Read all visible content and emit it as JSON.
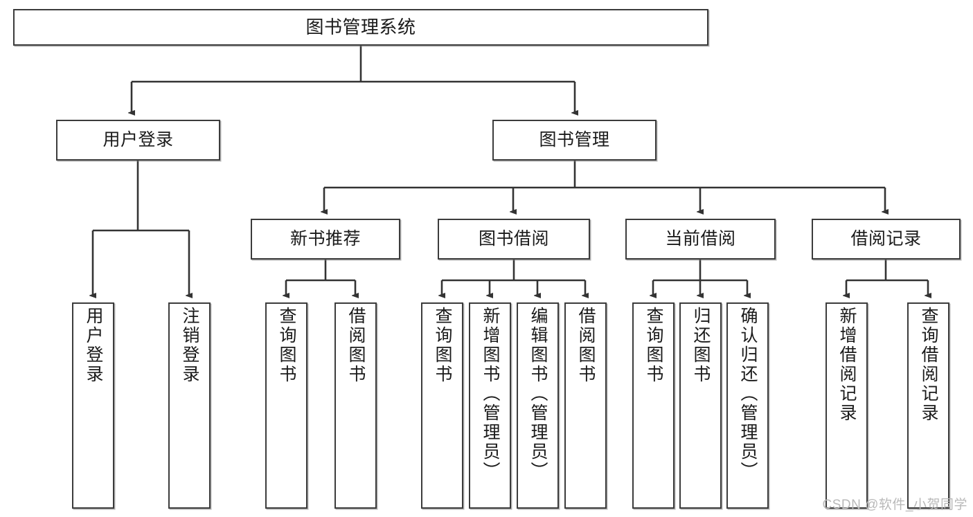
{
  "diagram": {
    "title": "图书管理系统",
    "type": "tree-hierarchy-chart",
    "root": {
      "label": "图书管理系统"
    },
    "level2": [
      {
        "label": "用户登录"
      },
      {
        "label": "图书管理"
      }
    ],
    "level3": [
      {
        "label": "新书推荐"
      },
      {
        "label": "图书借阅"
      },
      {
        "label": "当前借阅"
      },
      {
        "label": "借阅记录"
      }
    ],
    "leaves": {
      "user_login": [
        {
          "label": "用户登录"
        },
        {
          "label": "注销登录"
        }
      ],
      "new_book_recommend": [
        {
          "label": "查询图书"
        },
        {
          "label": "借阅图书"
        }
      ],
      "book_borrow": [
        {
          "label": "查询图书"
        },
        {
          "label": "新增图书（管理员）"
        },
        {
          "label": "编辑图书（管理员）"
        },
        {
          "label": "借阅图书"
        }
      ],
      "current_borrow": [
        {
          "label": "查询图书"
        },
        {
          "label": "归还图书"
        },
        {
          "label": "确认归还（管理员）"
        }
      ],
      "borrow_record": [
        {
          "label": "新增借阅记录"
        },
        {
          "label": "查询借阅记录"
        }
      ]
    }
  },
  "watermark": {
    "text": "CSDN @软件_小贺同学"
  },
  "colors": {
    "box_border": "#3b3b3b",
    "box_fill": "#ffffff",
    "text": "#1a1a1a",
    "connector": "#333333",
    "watermark": "#b9b9b9",
    "background": "#ffffff"
  }
}
